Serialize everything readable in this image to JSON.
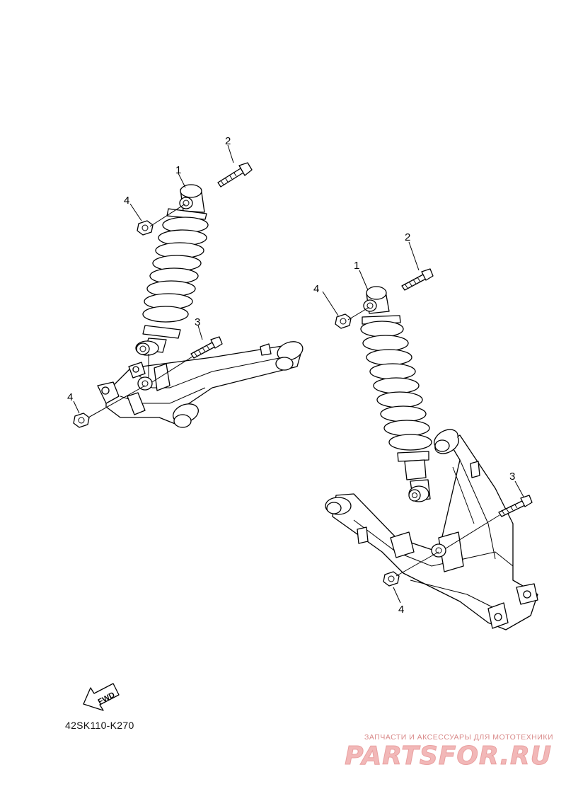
{
  "diagram": {
    "callouts": {
      "left_1": "1",
      "left_2": "2",
      "left_3": "3",
      "left_4_top": "4",
      "left_4_bottom": "4",
      "right_1": "1",
      "right_2": "2",
      "right_3": "3",
      "right_4_top": "4",
      "right_4_bottom": "4"
    },
    "fwd_label": "FWD",
    "part_code": "42SK110-K270"
  },
  "watermark": {
    "tagline": "ЗАПЧАСТИ И АКСЕССУАРЫ ДЛЯ МОТОТЕХНИКИ",
    "logo": "PARTSFOR.RU",
    "color": "#e9a0a0"
  }
}
